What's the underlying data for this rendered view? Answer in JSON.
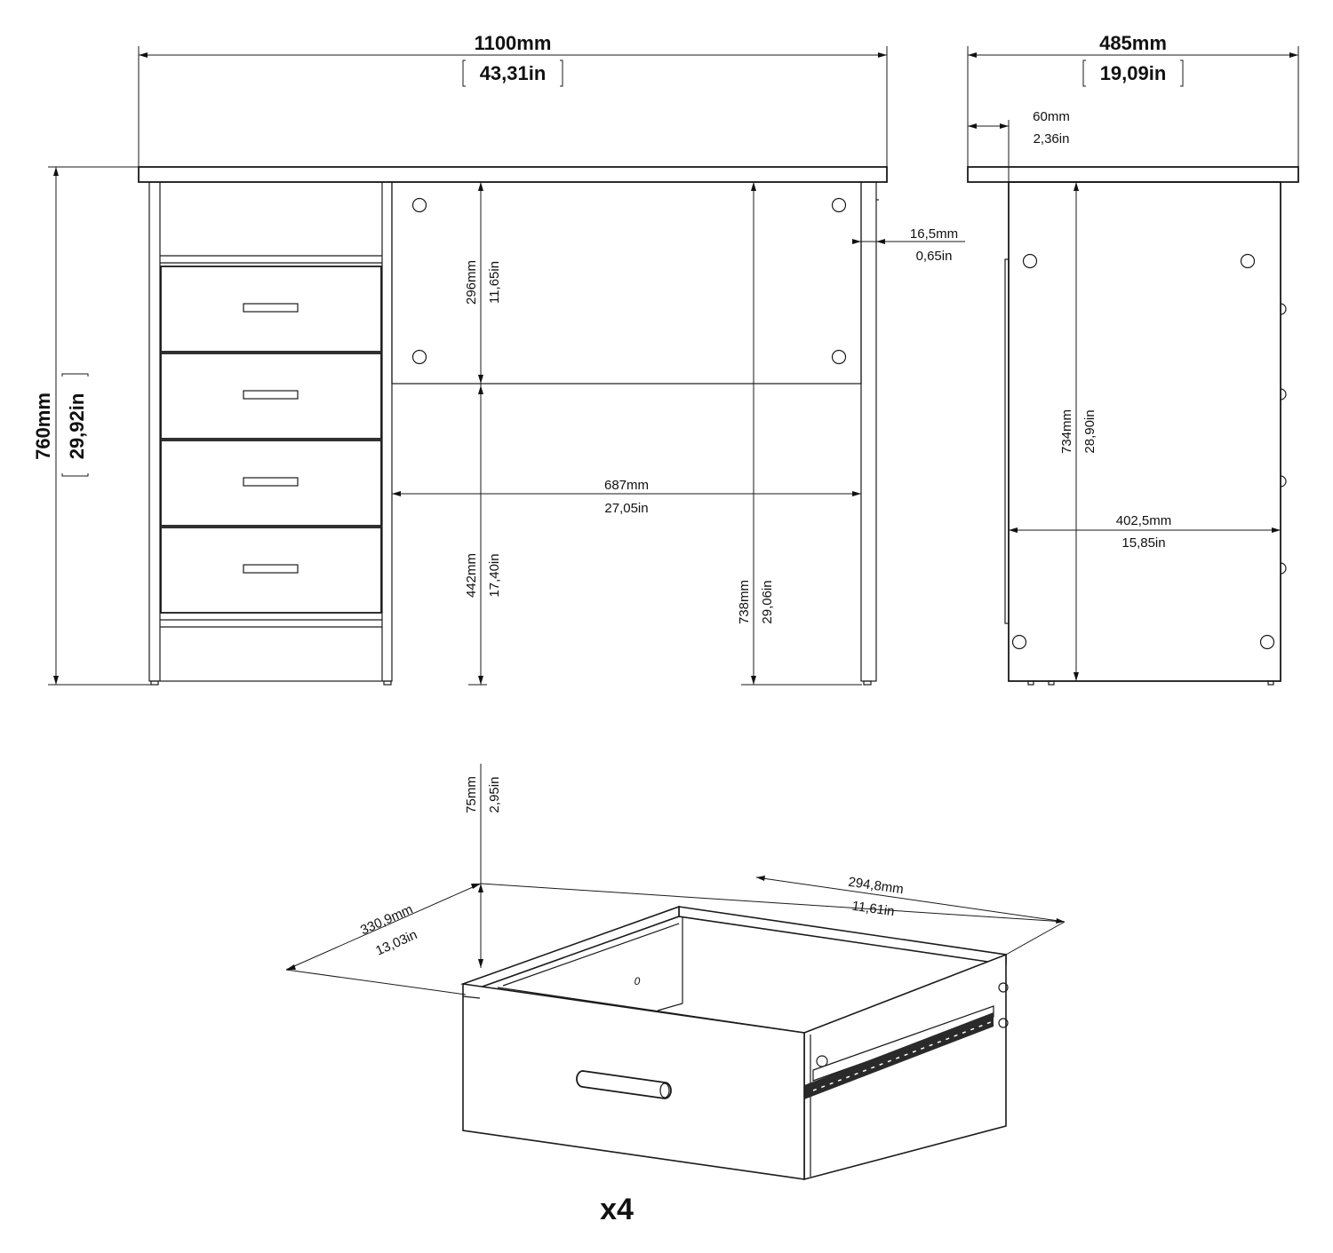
{
  "front_view": {
    "width_mm": "1100mm",
    "width_in": "43,31in",
    "height_mm": "760mm",
    "height_in": "29,92in",
    "upper_opening_mm": "296mm",
    "upper_opening_in": "11,65in",
    "lower_gap_mm": "442mm",
    "lower_gap_in": "17,40in",
    "knee_width_mm": "687mm",
    "knee_width_in": "27,05in",
    "under_top_mm": "738mm",
    "under_top_in": "29,06in",
    "leg_thickness_mm": "16,5mm",
    "leg_thickness_in": "0,65in"
  },
  "side_view": {
    "depth_mm": "485mm",
    "depth_in": "19,09in",
    "overhang_mm": "60mm",
    "overhang_in": "2,36in",
    "side_height_mm": "734mm",
    "side_height_in": "28,90in",
    "side_depth_mm": "402,5mm",
    "side_depth_in": "15,85in"
  },
  "drawer_view": {
    "height_mm": "75mm",
    "height_in": "2,95in",
    "depth_mm": "330,9mm",
    "depth_in": "13,03in",
    "width_mm": "294,8mm",
    "width_in": "11,61in",
    "mark": "0",
    "quantity": "x4"
  }
}
